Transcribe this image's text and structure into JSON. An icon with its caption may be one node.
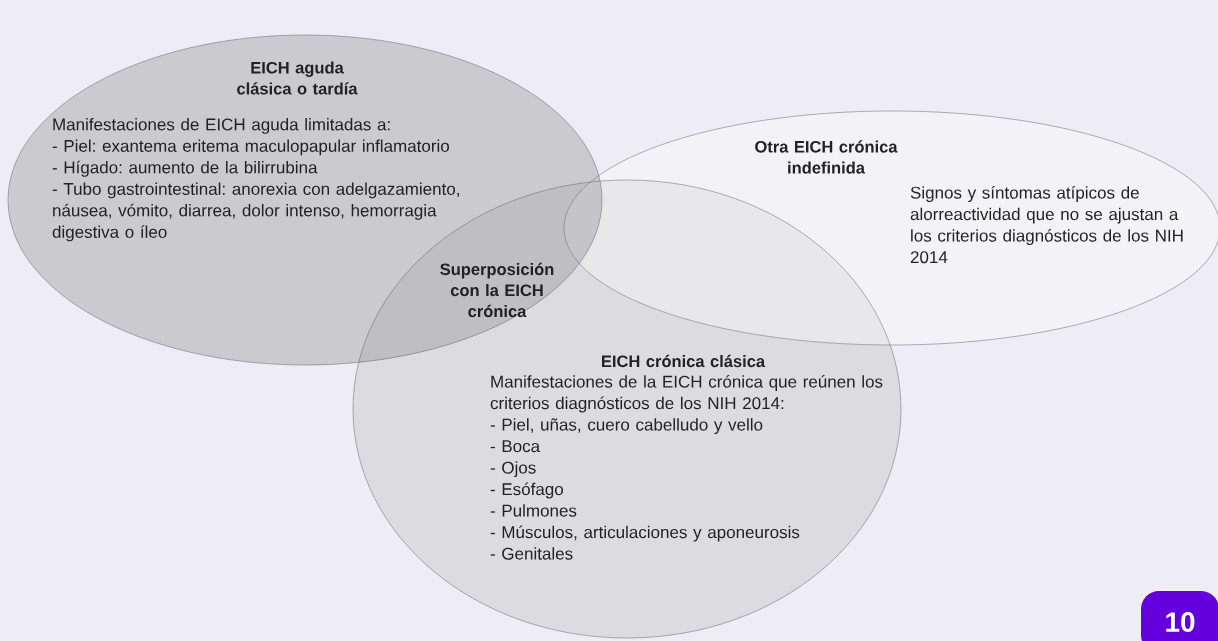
{
  "diagram": {
    "nodes": [
      {
        "text": [
          "EICH aguda clásica o tardía",
          "Manifestaciones de EICH aguda limitadas a:",
          "- Piel: exantema eritema maculopapular inflamatorio",
          "- Hígado: aumento de la bilirrubina",
          "- Tubo gastrointestinal: anorexia con adelgazamiento, náusea, vómito, diarrea, dolor intenso, hemorragia digestiva o íleo"
        ]
      },
      {
        "text": [
          "Otra EICH crónica indefinida",
          "Signos y síntomas atípicos de alorreactividad que no se ajustan a los criterios diagnósticos de los NIH 2014"
        ]
      },
      {
        "text": [
          "EICH crónica clásica",
          "Manifestaciones de la EICH crónica que reúnen los criterios diagnósticos de los NIH 2014:",
          "- Piel, uñas, cuero cabelludo y vello",
          "- Boca",
          "- Ojos",
          "- Esófago",
          "- Pulmones",
          "- Músculos, articulaciones y aponeurosis",
          "- Genitales"
        ]
      },
      {
        "text": [
          "10"
        ]
      }
    ],
    "labels": [
      "Superposición con la EICH crónica"
    ]
  }
}
